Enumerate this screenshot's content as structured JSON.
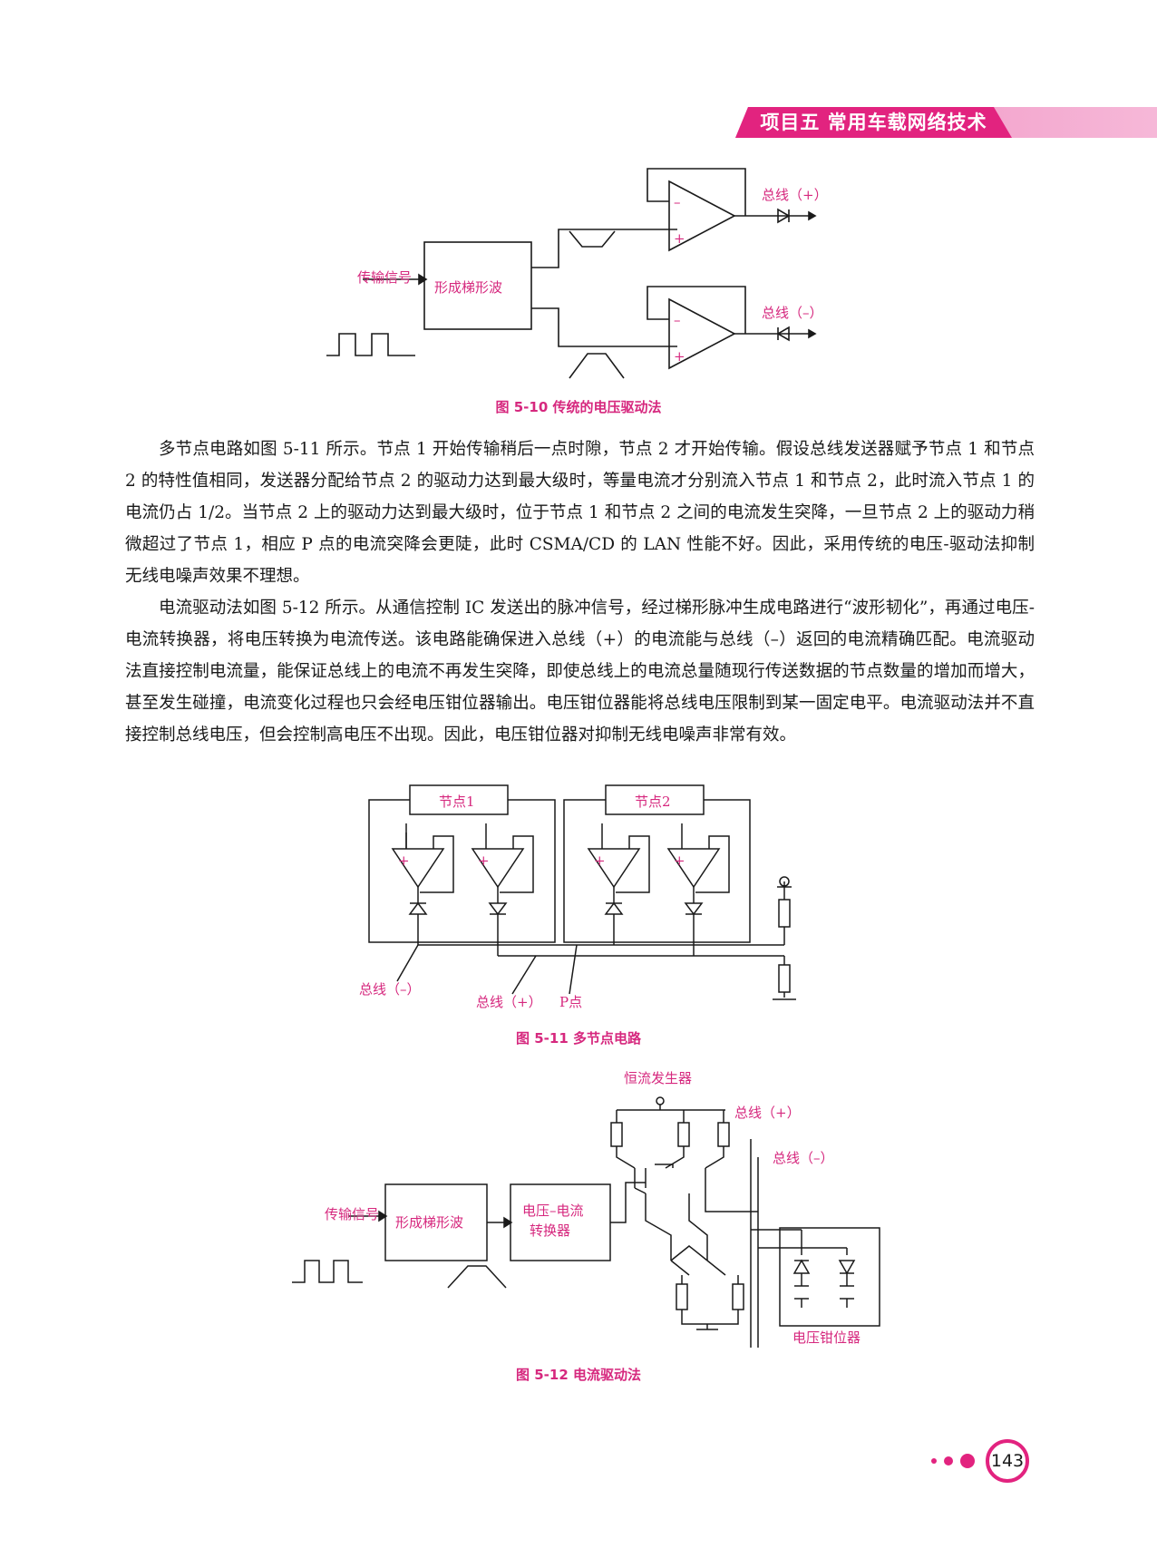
{
  "header": {
    "title": "项目五  常用车载网络技术"
  },
  "fig510": {
    "input_label": "传输信号",
    "box_label": "形成梯形波",
    "bus_plus": "总线（+）",
    "bus_minus": "总线（–）",
    "opamp_minus": "–",
    "opamp_plus": "+",
    "caption": "图 5-10    传统的电压驱动法"
  },
  "paragraphs": [
    "多节点电路如图 5-11 所示。节点 1 开始传输稍后一点时隙，节点 2 才开始传输。假设总线发送器赋予节点 1 和节点 2 的特性值相同，发送器分配给节点 2 的驱动力达到最大级时，等量电流才分别流入节点 1 和节点 2，此时流入节点 1 的电流仍占 1/2。当节点 2 上的驱动力达到最大级时，位于节点 1 和节点 2 之间的电流发生突降，一旦节点 2 上的驱动力稍微超过了节点 1，相应 P 点的电流突降会更陡，此时 CSMA/CD 的 LAN 性能不好。因此，采用传统的电压-驱动法抑制无线电噪声效果不理想。",
    "电流驱动法如图 5-12 所示。从通信控制 IC 发送出的脉冲信号，经过梯形脉冲生成电路进行“波形韧化”，再通过电压-电流转换器，将电压转换为电流传送。该电路能确保进入总线（+）的电流能与总线（–）返回的电流精确匹配。电流驱动法直接控制电流量，能保证总线上的电流不再发生突降，即使总线上的电流总量随现行传送数据的节点数量的增加而增大，甚至发生碰撞，电流变化过程也只会经电压钳位器输出。电压钳位器能将总线电压限制到某一固定电平。电流驱动法并不直接控制总线电压，但会控制高电压不出现。因此，电压钳位器对抑制无线电噪声非常有效。"
  ],
  "fig511": {
    "node1": "节点1",
    "node2": "节点2",
    "bus_minus": "总线（–）",
    "bus_plus": "总线（+）",
    "p_point": "P点",
    "caption": "图 5-11    多节点电路"
  },
  "fig512": {
    "current_gen": "恒流发生器",
    "bus_plus": "总线（+）",
    "bus_minus": "总线（–）",
    "input_label": "传输信号",
    "box1": "形成梯形波",
    "box2_line1": "电压–电流",
    "box2_line2": "转换器",
    "clamp": "电压钳位器",
    "caption": "图 5-12    电流驱动法"
  },
  "page_number": "143"
}
